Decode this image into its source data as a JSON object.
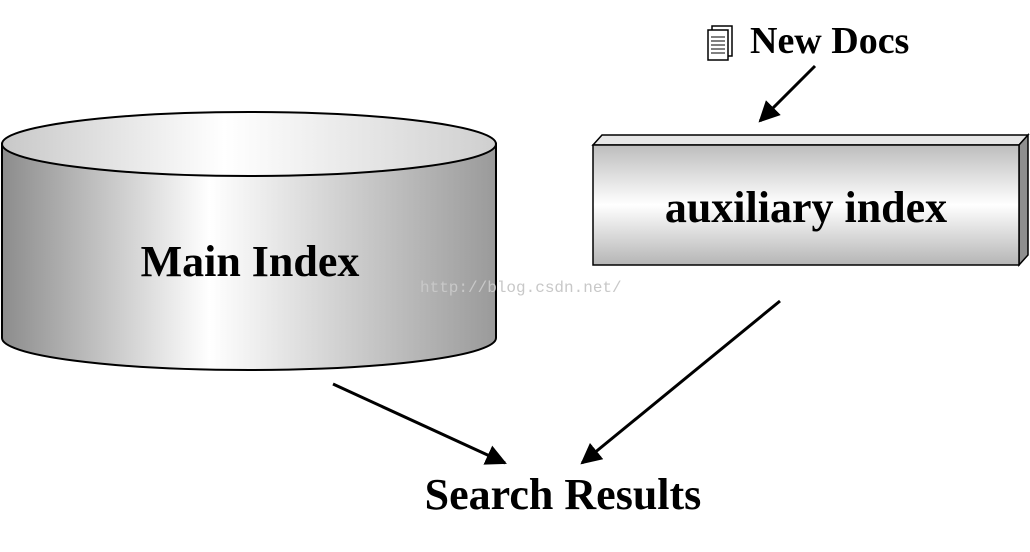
{
  "main_index": {
    "label": "Main Index"
  },
  "auxiliary_index": {
    "label": "auxiliary index"
  },
  "new_docs": {
    "label": "New Docs",
    "icon": "documents-icon"
  },
  "search_results": {
    "label": "Search Results"
  },
  "watermark": {
    "text": "http://blog.csdn.net/"
  }
}
